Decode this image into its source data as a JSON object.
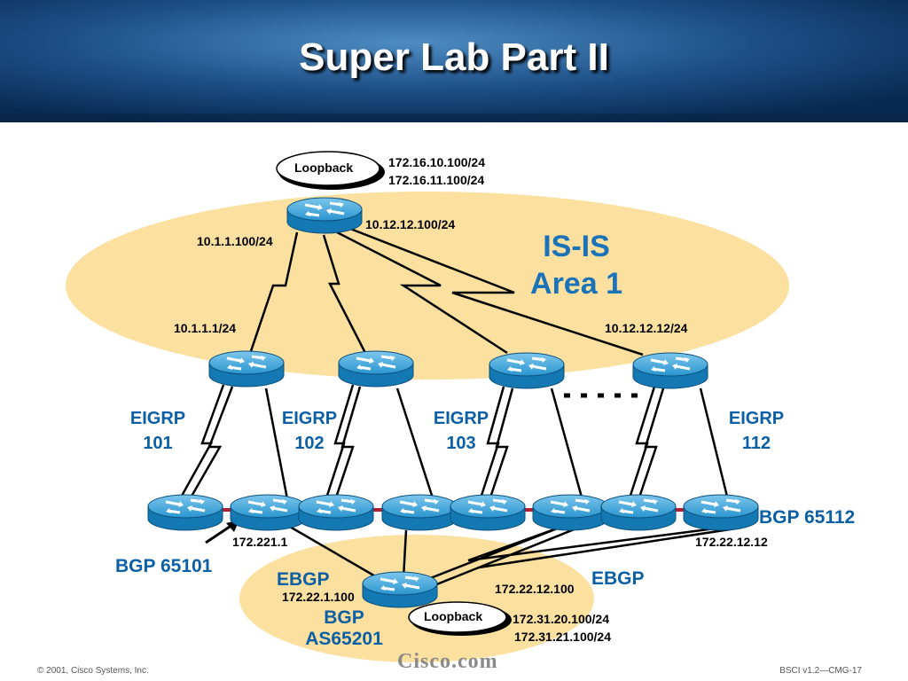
{
  "title": "Super Lab Part II",
  "colors": {
    "banner_dark": "#0a2f5c",
    "banner_light": "#3f7ab0",
    "area_fill": "#fbe09f",
    "router_fill": "#1f8fc9",
    "text_blue": "#0b5fa5",
    "lan_link": "#b02030"
  },
  "top_router": {
    "loopback_label": "Loopback",
    "loopback_ip1": "172.16.10.100/24",
    "loopback_ip2": "172.16.11.100/24",
    "left_ip": "10.1.1.100/24",
    "right_ip": "10.12.12.100/24"
  },
  "isis_area": {
    "line1": "IS-IS",
    "line2": "Area 1"
  },
  "dist_ips": {
    "left": "10.1.1.1/24",
    "right": "10.12.12.12/24"
  },
  "eigrp_domains": [
    {
      "proto": "EIGRP",
      "as": "101"
    },
    {
      "proto": "EIGRP",
      "as": "102"
    },
    {
      "proto": "EIGRP",
      "as": "103"
    },
    {
      "proto": "EIGRP",
      "as": "112"
    }
  ],
  "bgp_65112": "BGP 65112",
  "bgp_65101": "BGP 65101",
  "ip_172_221_1": "172.221.1",
  "ip_172_22_12_12": "172.22.12.12",
  "ebgp_left": "EBGP",
  "ebgp_right": "EBGP",
  "ip_172_22_1_100": "172.22.1.100",
  "ip_172_22_12_100": "172.22.12.100",
  "bgp_as_line1": "BGP",
  "bgp_as_line2": "AS65201",
  "bottom_loopback": {
    "label": "Loopback",
    "ip1": "172.31.20.100/24",
    "ip2": "172.31.21.100/24"
  },
  "footer": {
    "copyright": "© 2001, Cisco Systems, Inc.",
    "logo": "Cisco.com",
    "course": "BSCI v1.2—CMG-17"
  }
}
